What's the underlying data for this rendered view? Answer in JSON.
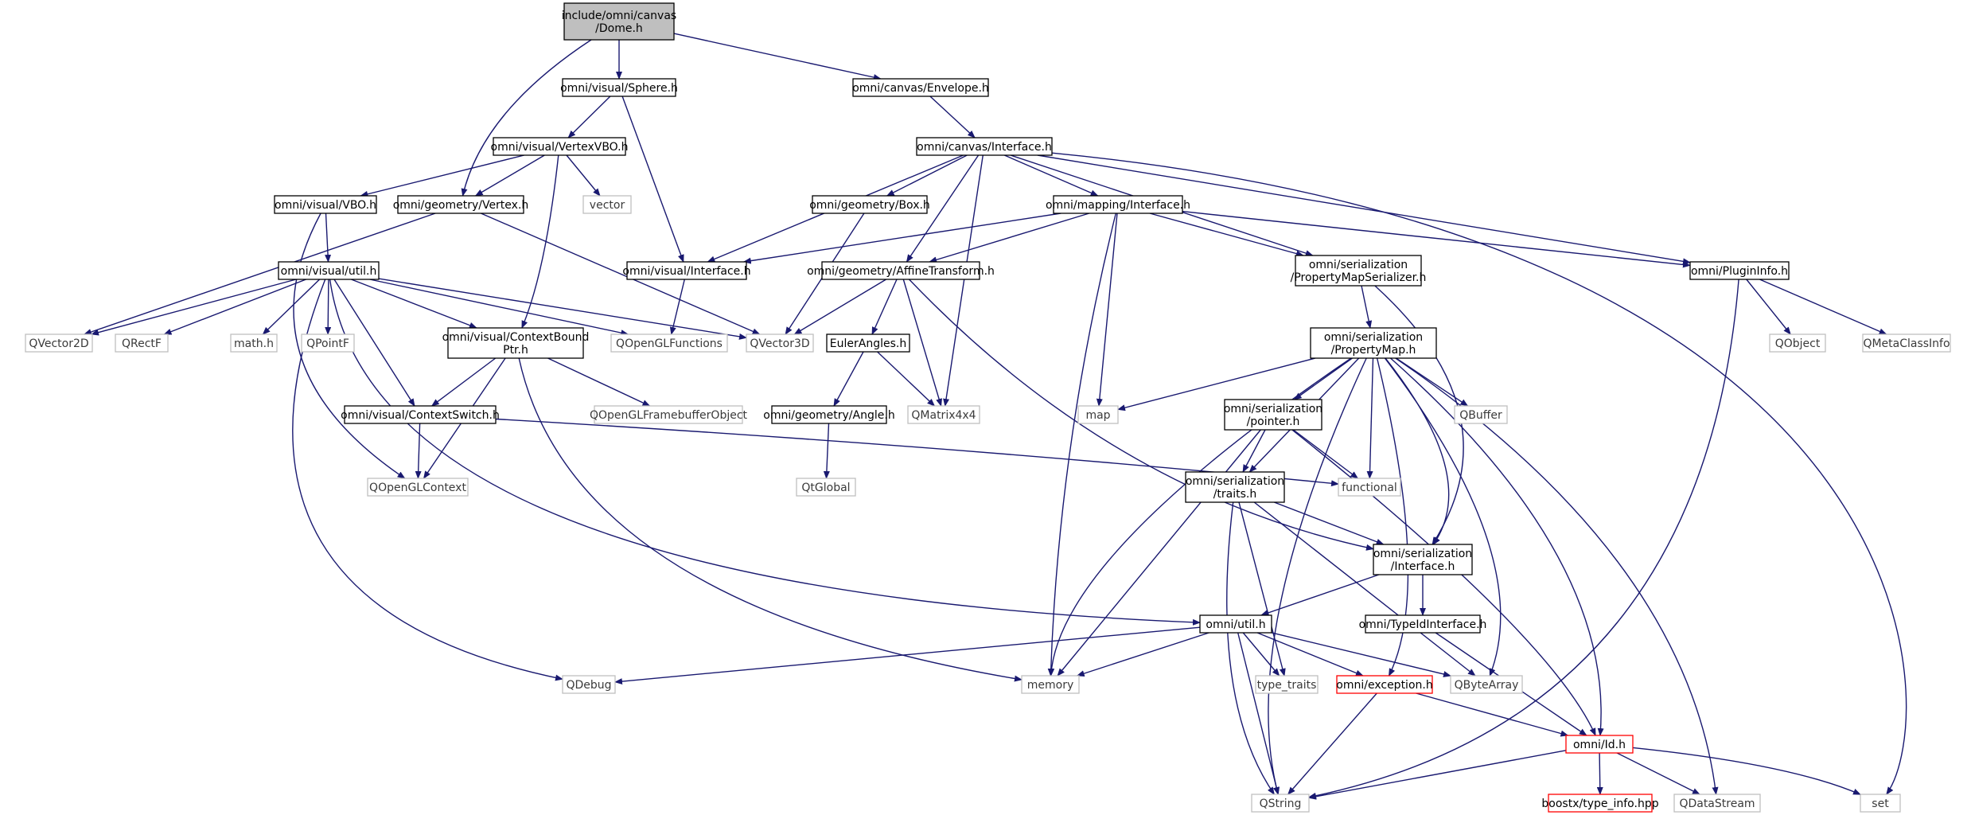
{
  "nodes": {
    "dome": {
      "lines": [
        "include/omni/canvas",
        "/Dome.h"
      ],
      "kind": "root"
    },
    "sphere": {
      "lines": [
        "omni/visual/Sphere.h"
      ],
      "kind": "doc"
    },
    "envelope": {
      "lines": [
        "omni/canvas/Envelope.h"
      ],
      "kind": "doc"
    },
    "vertexvbo": {
      "lines": [
        "omni/visual/VertexVBO.h"
      ],
      "kind": "doc"
    },
    "canvasinterface": {
      "lines": [
        "omni/canvas/Interface.h"
      ],
      "kind": "doc"
    },
    "vbo": {
      "lines": [
        "omni/visual/VBO.h"
      ],
      "kind": "doc"
    },
    "vertex": {
      "lines": [
        "omni/geometry/Vertex.h"
      ],
      "kind": "doc"
    },
    "vector": {
      "lines": [
        "vector"
      ],
      "kind": "ext"
    },
    "box": {
      "lines": [
        "omni/geometry/Box.h"
      ],
      "kind": "doc"
    },
    "mappinginterface": {
      "lines": [
        "omni/mapping/Interface.h"
      ],
      "kind": "doc"
    },
    "visualutil": {
      "lines": [
        "omni/visual/util.h"
      ],
      "kind": "doc"
    },
    "visualinterface": {
      "lines": [
        "omni/visual/Interface.h"
      ],
      "kind": "doc"
    },
    "affine": {
      "lines": [
        "omni/geometry/AffineTransform.h"
      ],
      "kind": "doc"
    },
    "propmapser": {
      "lines": [
        "omni/serialization",
        "/PropertyMapSerializer.h"
      ],
      "kind": "doc"
    },
    "plugininfo": {
      "lines": [
        "omni/PluginInfo.h"
      ],
      "kind": "doc"
    },
    "qvector2d": {
      "lines": [
        "QVector2D"
      ],
      "kind": "ext"
    },
    "qrectf": {
      "lines": [
        "QRectF"
      ],
      "kind": "ext"
    },
    "mathh": {
      "lines": [
        "math.h"
      ],
      "kind": "ext"
    },
    "qpointf": {
      "lines": [
        "QPointF"
      ],
      "kind": "ext"
    },
    "ctxbound": {
      "lines": [
        "omni/visual/ContextBound",
        "Ptr.h"
      ],
      "kind": "doc"
    },
    "qoglfunc": {
      "lines": [
        "QOpenGLFunctions"
      ],
      "kind": "ext"
    },
    "qvector3d": {
      "lines": [
        "QVector3D"
      ],
      "kind": "ext"
    },
    "euler": {
      "lines": [
        "EulerAngles.h"
      ],
      "kind": "doc"
    },
    "propmap": {
      "lines": [
        "omni/serialization",
        "/PropertyMap.h"
      ],
      "kind": "doc"
    },
    "qobject": {
      "lines": [
        "QObject"
      ],
      "kind": "ext"
    },
    "qmetaclass": {
      "lines": [
        "QMetaClassInfo"
      ],
      "kind": "ext"
    },
    "ctxswitch": {
      "lines": [
        "omni/visual/ContextSwitch.h"
      ],
      "kind": "doc"
    },
    "qoglfbo": {
      "lines": [
        "QOpenGLFramebufferObject"
      ],
      "kind": "ext"
    },
    "angle": {
      "lines": [
        "omni/geometry/Angle.h"
      ],
      "kind": "doc"
    },
    "qmatrix": {
      "lines": [
        "QMatrix4x4"
      ],
      "kind": "ext"
    },
    "map": {
      "lines": [
        "map"
      ],
      "kind": "ext"
    },
    "pointer": {
      "lines": [
        "omni/serialization",
        "/pointer.h"
      ],
      "kind": "doc"
    },
    "qbuffer": {
      "lines": [
        "QBuffer"
      ],
      "kind": "ext"
    },
    "qoglctx": {
      "lines": [
        "QOpenGLContext"
      ],
      "kind": "ext"
    },
    "qtglobal": {
      "lines": [
        "QtGlobal"
      ],
      "kind": "ext"
    },
    "functional": {
      "lines": [
        "functional"
      ],
      "kind": "ext"
    },
    "traits": {
      "lines": [
        "omni/serialization",
        "/traits.h"
      ],
      "kind": "doc"
    },
    "serinterface": {
      "lines": [
        "omni/serialization",
        "/Interface.h"
      ],
      "kind": "doc"
    },
    "omniutil": {
      "lines": [
        "omni/util.h"
      ],
      "kind": "doc"
    },
    "typeidif": {
      "lines": [
        "omni/TypeIdInterface.h"
      ],
      "kind": "doc"
    },
    "qdebug": {
      "lines": [
        "QDebug"
      ],
      "kind": "ext"
    },
    "memory": {
      "lines": [
        "memory"
      ],
      "kind": "ext"
    },
    "typetraits": {
      "lines": [
        "type_traits"
      ],
      "kind": "ext"
    },
    "exception": {
      "lines": [
        "omni/exception.h"
      ],
      "kind": "trunc"
    },
    "qbytearray": {
      "lines": [
        "QByteArray"
      ],
      "kind": "ext"
    },
    "omniid": {
      "lines": [
        "omni/Id.h"
      ],
      "kind": "trunc"
    },
    "qstring": {
      "lines": [
        "QString"
      ],
      "kind": "ext"
    },
    "boostx": {
      "lines": [
        "boostx/type_info.hpp"
      ],
      "kind": "trunc"
    },
    "qdatastream": {
      "lines": [
        "QDataStream"
      ],
      "kind": "ext"
    },
    "set": {
      "lines": [
        "set"
      ],
      "kind": "ext"
    }
  },
  "edges": [
    [
      "dome",
      "sphere"
    ],
    [
      "dome",
      "envelope"
    ],
    [
      "dome",
      "vertex"
    ],
    [
      "sphere",
      "vertexvbo"
    ],
    [
      "sphere",
      "visualinterface"
    ],
    [
      "envelope",
      "canvasinterface"
    ],
    [
      "vertexvbo",
      "vbo"
    ],
    [
      "vertexvbo",
      "vertex"
    ],
    [
      "vertexvbo",
      "vector"
    ],
    [
      "vertexvbo",
      "ctxbound"
    ],
    [
      "vbo",
      "visualutil"
    ],
    [
      "vbo",
      "qoglctx"
    ],
    [
      "vertex",
      "qvector2d"
    ],
    [
      "vertex",
      "qvector3d"
    ],
    [
      "canvasinterface",
      "box"
    ],
    [
      "canvasinterface",
      "mappinginterface"
    ],
    [
      "canvasinterface",
      "visualinterface"
    ],
    [
      "canvasinterface",
      "affine"
    ],
    [
      "canvasinterface",
      "propmapser"
    ],
    [
      "canvasinterface",
      "plugininfo"
    ],
    [
      "canvasinterface",
      "qmatrix"
    ],
    [
      "canvasinterface",
      "set"
    ],
    [
      "box",
      "qvector3d"
    ],
    [
      "mappinginterface",
      "visualinterface"
    ],
    [
      "mappinginterface",
      "affine"
    ],
    [
      "mappinginterface",
      "propmapser"
    ],
    [
      "mappinginterface",
      "plugininfo"
    ],
    [
      "mappinginterface",
      "map"
    ],
    [
      "mappinginterface",
      "memory"
    ],
    [
      "visualutil",
      "qvector2d"
    ],
    [
      "visualutil",
      "qrectf"
    ],
    [
      "visualutil",
      "mathh"
    ],
    [
      "visualutil",
      "qpointf"
    ],
    [
      "visualutil",
      "ctxbound"
    ],
    [
      "visualutil",
      "qoglfunc"
    ],
    [
      "visualutil",
      "qvector3d"
    ],
    [
      "visualutil",
      "ctxswitch"
    ],
    [
      "visualutil",
      "qdebug"
    ],
    [
      "visualutil",
      "omniutil"
    ],
    [
      "visualinterface",
      "qoglfunc"
    ],
    [
      "affine",
      "qvector3d"
    ],
    [
      "affine",
      "euler"
    ],
    [
      "affine",
      "qmatrix"
    ],
    [
      "affine",
      "serinterface"
    ],
    [
      "propmapser",
      "propmap"
    ],
    [
      "propmapser",
      "serinterface"
    ],
    [
      "plugininfo",
      "qobject"
    ],
    [
      "plugininfo",
      "qmetaclass"
    ],
    [
      "plugininfo",
      "qstring"
    ],
    [
      "ctxbound",
      "ctxswitch"
    ],
    [
      "ctxbound",
      "qoglfbo"
    ],
    [
      "ctxbound",
      "qoglctx"
    ],
    [
      "ctxbound",
      "memory"
    ],
    [
      "euler",
      "angle"
    ],
    [
      "euler",
      "qmatrix"
    ],
    [
      "propmap",
      "map"
    ],
    [
      "propmap",
      "pointer"
    ],
    [
      "propmap",
      "qbuffer"
    ],
    [
      "propmap",
      "functional"
    ],
    [
      "propmap",
      "traits"
    ],
    [
      "propmap",
      "serinterface"
    ],
    [
      "propmap",
      "memory"
    ],
    [
      "propmap",
      "exception"
    ],
    [
      "propmap",
      "qbytearray"
    ],
    [
      "propmap",
      "omniid"
    ],
    [
      "propmap",
      "qstring"
    ],
    [
      "propmap",
      "qdatastream"
    ],
    [
      "ctxswitch",
      "qoglctx"
    ],
    [
      "ctxswitch",
      "functional"
    ],
    [
      "angle",
      "qtglobal"
    ],
    [
      "pointer",
      "functional"
    ],
    [
      "pointer",
      "traits"
    ],
    [
      "pointer",
      "memory"
    ],
    [
      "pointer",
      "omniid"
    ],
    [
      "traits",
      "serinterface"
    ],
    [
      "traits",
      "typetraits"
    ],
    [
      "traits",
      "qbytearray"
    ],
    [
      "traits",
      "qstring"
    ],
    [
      "serinterface",
      "omniutil"
    ],
    [
      "serinterface",
      "typeidif"
    ],
    [
      "omniutil",
      "qdebug"
    ],
    [
      "omniutil",
      "memory"
    ],
    [
      "omniutil",
      "typetraits"
    ],
    [
      "omniutil",
      "exception"
    ],
    [
      "omniutil",
      "qbytearray"
    ],
    [
      "omniutil",
      "qstring"
    ],
    [
      "typeidif",
      "omniid"
    ],
    [
      "exception",
      "omniid"
    ],
    [
      "exception",
      "qstring"
    ],
    [
      "omniid",
      "qstring"
    ],
    [
      "omniid",
      "boostx"
    ],
    [
      "omniid",
      "qdatastream"
    ],
    [
      "omniid",
      "set"
    ]
  ],
  "colors": {
    "edge": "#191970",
    "root_fill": "#bfbfbf",
    "doc_border": "#000000",
    "ext_border": "#bfbfbf",
    "trunc_border": "#ff0000"
  }
}
